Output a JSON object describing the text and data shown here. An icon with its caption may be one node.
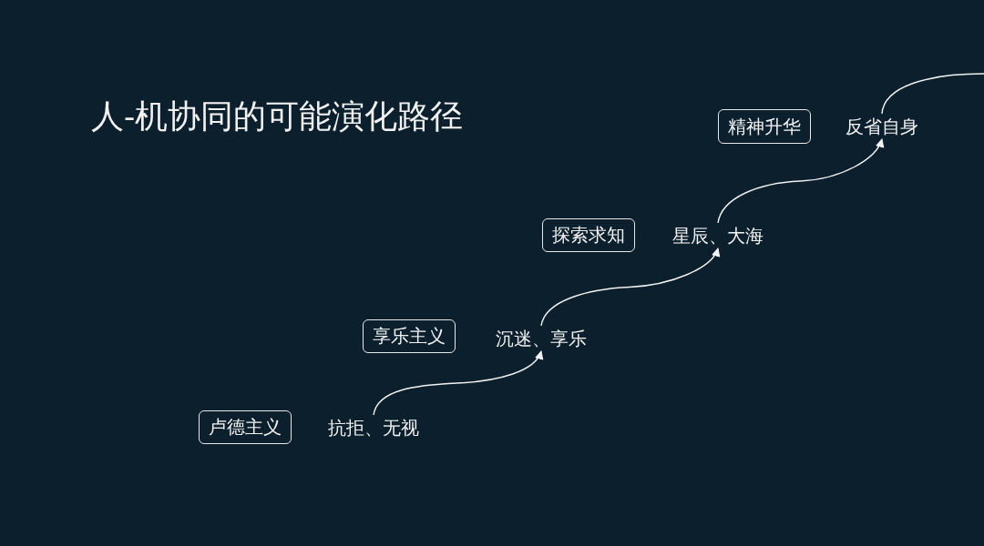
{
  "diagram": {
    "title": "人-机协同的可能演化路径",
    "nodes": [
      {
        "text": [
          "精神升华"
        ]
      },
      {
        "text": [
          "反省自身"
        ]
      },
      {
        "text": [
          "探索求知"
        ]
      },
      {
        "text": [
          "星辰、大海"
        ]
      },
      {
        "text": [
          "享乐主义"
        ]
      },
      {
        "text": [
          "沉迷、享乐"
        ]
      },
      {
        "text": [
          "卢德主义"
        ]
      },
      {
        "text": [
          "抗拒、无视"
        ]
      }
    ],
    "edges": [
      {
        "from": 7,
        "to": 5,
        "arrow": "to"
      },
      {
        "from": 5,
        "to": 3,
        "arrow": "to"
      },
      {
        "from": 3,
        "to": 1,
        "arrow": "to"
      },
      {
        "from": 1,
        "to": null,
        "arrow": "none"
      }
    ]
  }
}
